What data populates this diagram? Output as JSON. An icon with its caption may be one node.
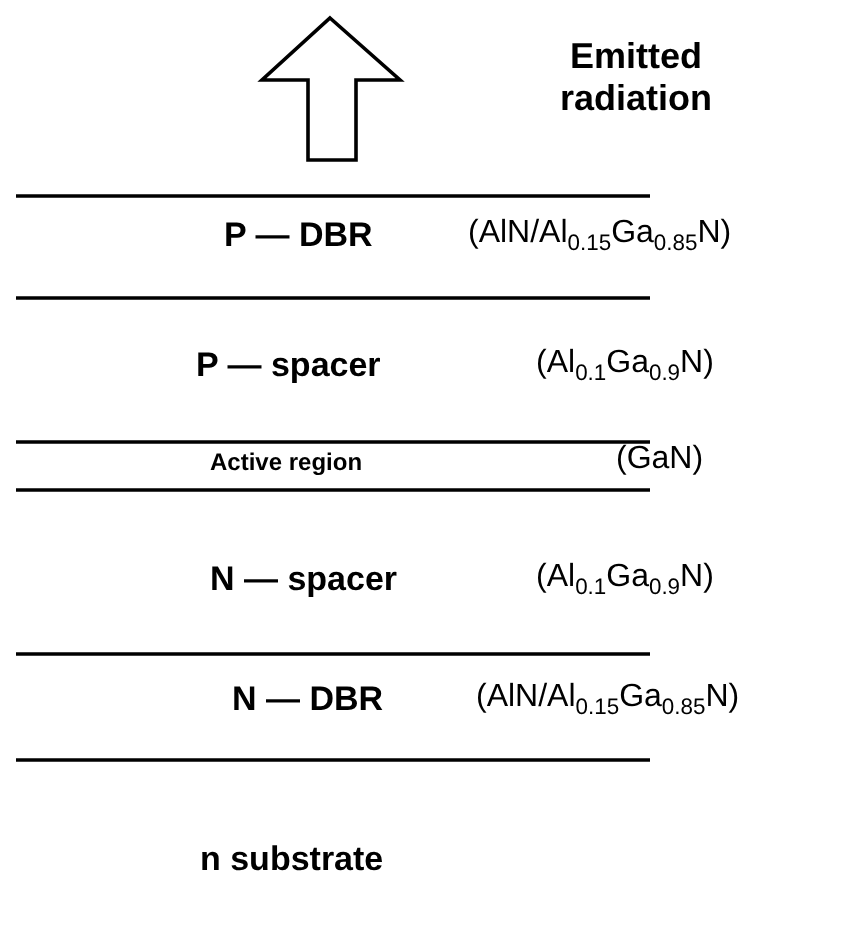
{
  "diagram": {
    "labels": [
      "Emitted radiation",
      "P — DBR",
      "(AlN/Al$_{0.15}$Ga$_{0.85}$N)",
      "P — spacer",
      "(Al$_{0.1}$Ga$_{0.9}$N)",
      "Active region",
      "(GaN)",
      "N — spacer",
      "(Al$_{0.1}$Ga$_{0.9}$N)",
      "N — DBR",
      "(AlN/Al$_{0.15}$Ga$_{0.85}$N)",
      "n substrate"
    ]
  }
}
